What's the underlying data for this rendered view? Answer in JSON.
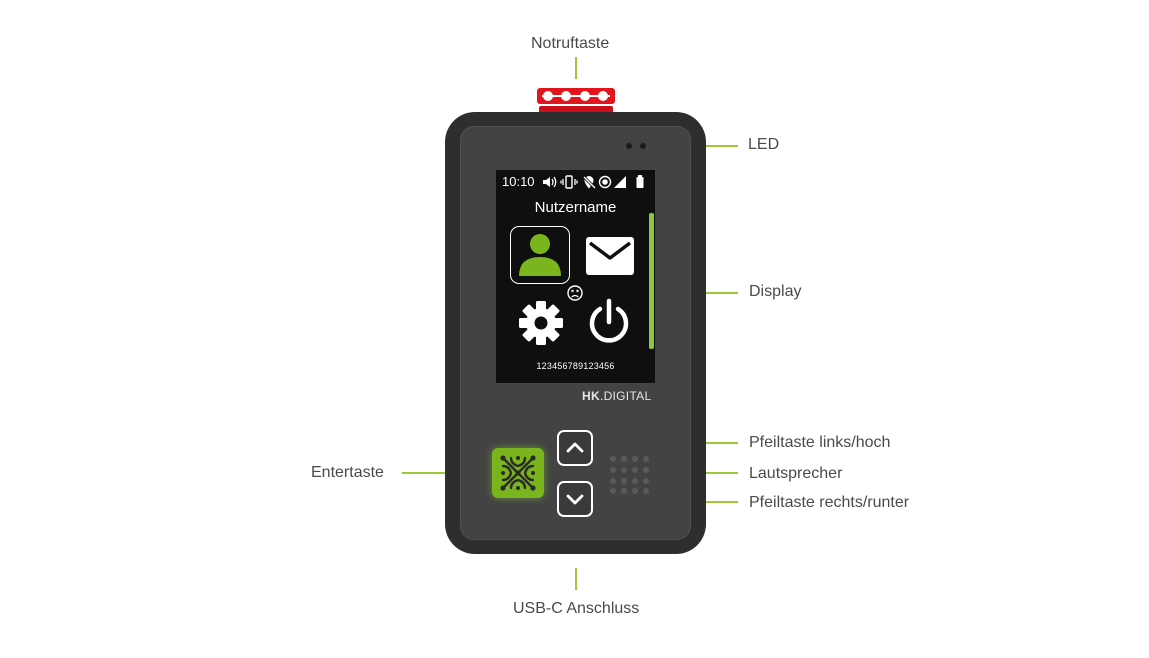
{
  "labels": {
    "emergency_key": "Notruftaste",
    "led": "LED",
    "display": "Display",
    "arrow_up": "Pfeiltaste links/hoch",
    "speaker": "Lautsprecher",
    "arrow_down": "Pfeiltaste rechts/runter",
    "enter_key": "Entertaste",
    "usb": "USB-C Anschluss"
  },
  "screen": {
    "time": "10:10",
    "username": "Nutzername",
    "serial": "123456789123456",
    "icons": [
      "speaker-icon",
      "vibrate-icon",
      "no-location-icon",
      "record-icon",
      "signal-icon",
      "battery-icon",
      "user-icon",
      "mail-icon",
      "settings-icon",
      "power-icon",
      "sad-face-icon"
    ]
  },
  "brand": {
    "bold": "HK",
    "rest": ".DIGITAL"
  },
  "colors": {
    "accent_green": "#9dc83a",
    "enter_green": "#7ab51d",
    "emergency_red": "#e3141b",
    "device_body": "#2e2e2e"
  }
}
